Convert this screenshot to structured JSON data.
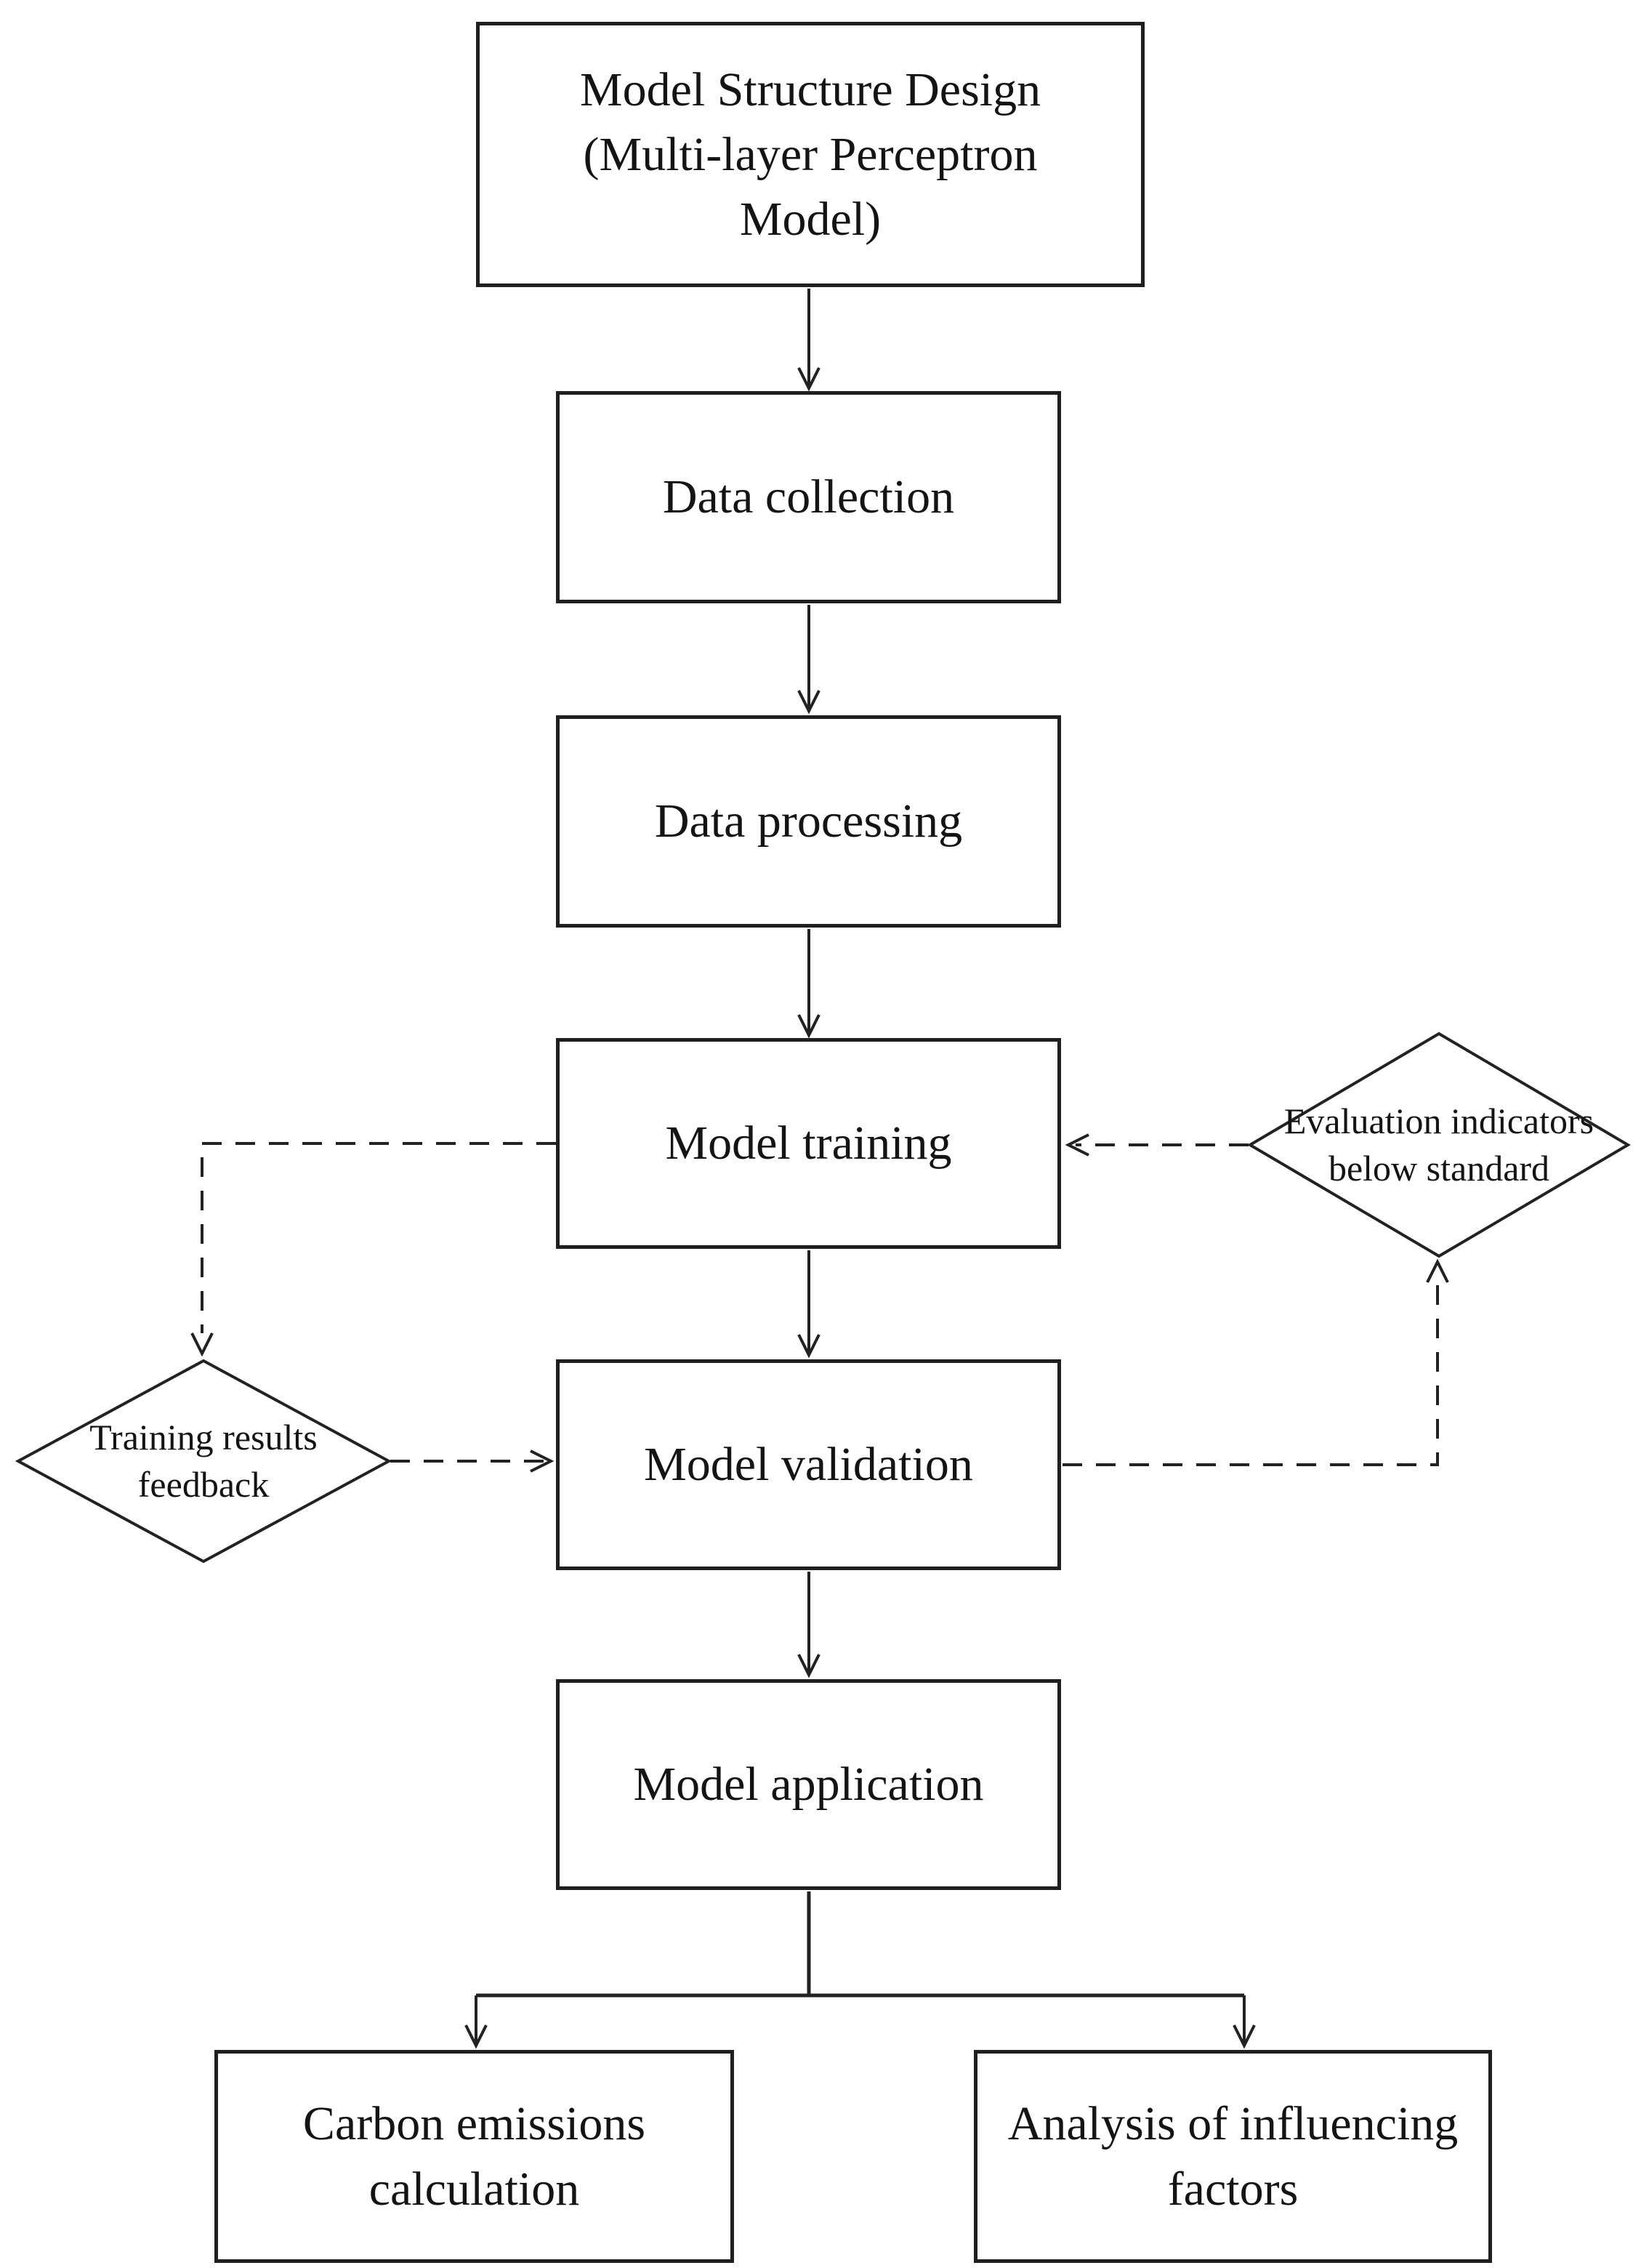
{
  "colors": {
    "background": "#ffffff",
    "line": "#222222",
    "text": "#141414"
  },
  "nodes": {
    "structure": {
      "label": "Model Structure Design (Multi-layer Perceptron Model)"
    },
    "collection": {
      "label": "Data collection"
    },
    "processing": {
      "label": "Data processing"
    },
    "training": {
      "label": "Model training"
    },
    "validation": {
      "label": "Model validation"
    },
    "application": {
      "label": "Model application"
    },
    "carbon": {
      "label": "Carbon emissions calculation"
    },
    "analysis": {
      "label": "Analysis of influencing factors"
    },
    "feedback_diamond": {
      "label": "Training results feedback"
    },
    "evaluation_diamond": {
      "label": "Evaluation indicators below standard"
    }
  }
}
